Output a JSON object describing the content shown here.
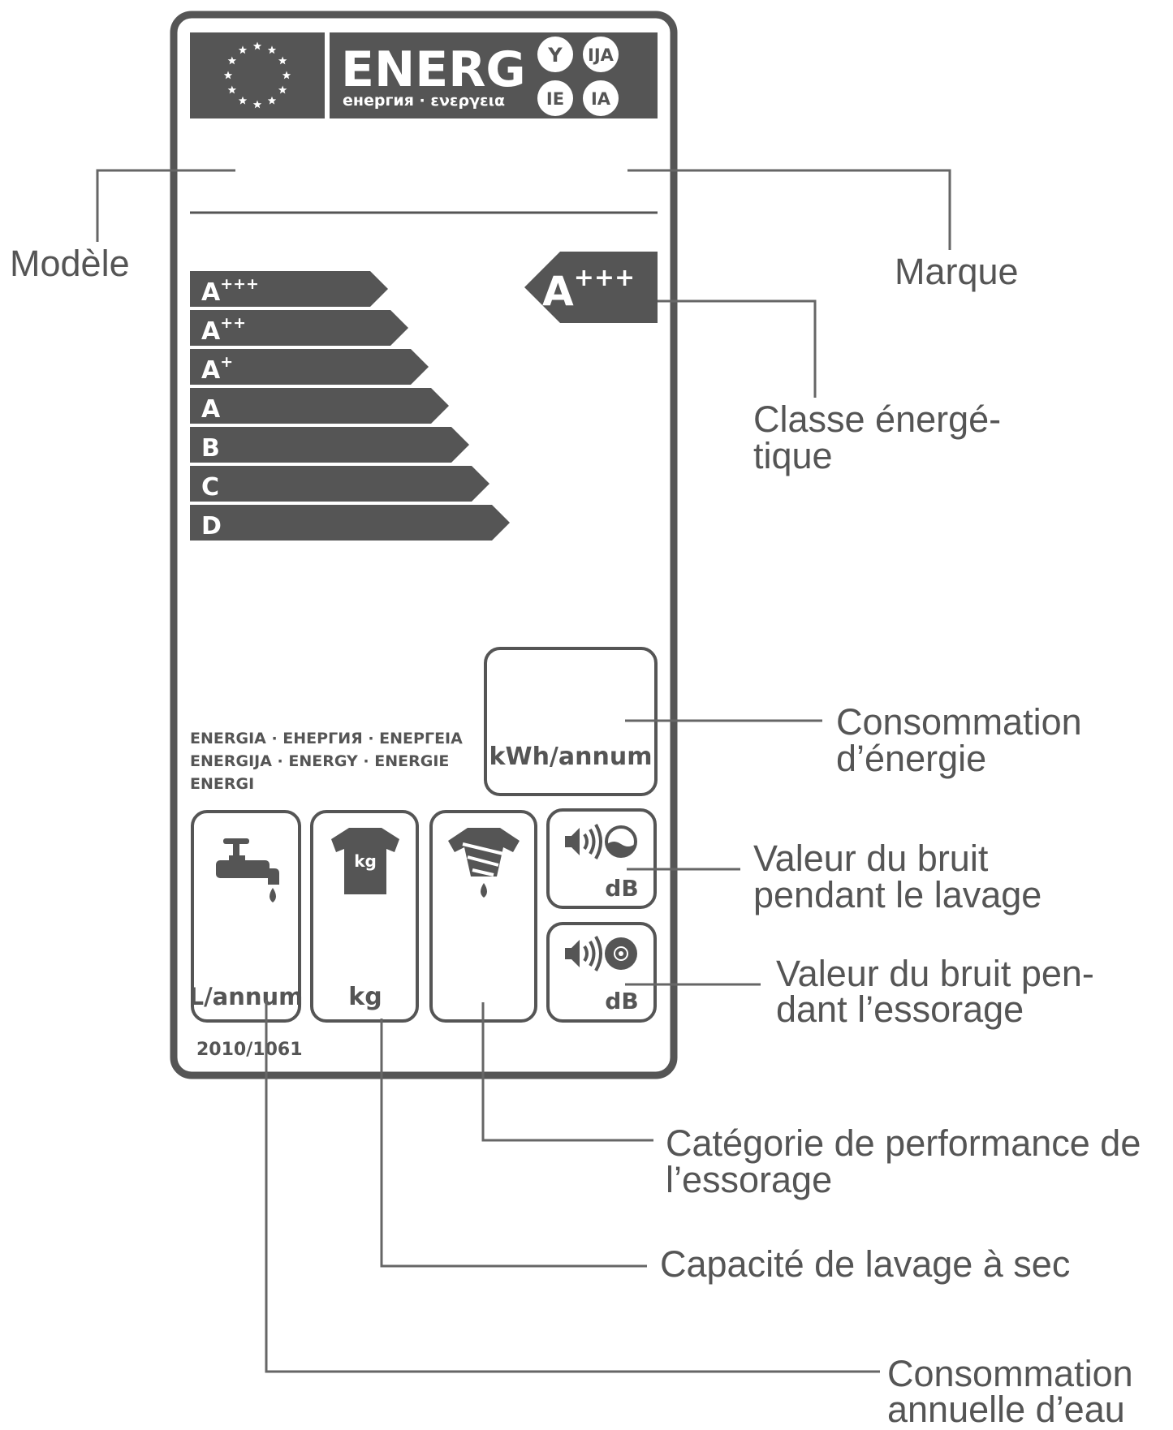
{
  "label": {
    "header_title": "ENERG",
    "header_subtitle": "енергия · ενεργεια",
    "lang_circles": [
      "Y",
      "IJA",
      "IE",
      "IA"
    ],
    "scale_classes": [
      "A+++",
      "A++",
      "A+",
      "A",
      "B",
      "C",
      "D"
    ],
    "scale_bases": [
      "A",
      "A",
      "A",
      "A",
      "B",
      "C",
      "D"
    ],
    "scale_sups": [
      "+++",
      "++",
      "+",
      "",
      "",
      "",
      ""
    ],
    "selected_class_base": "A",
    "selected_class_sup": "+++",
    "energy_unit": "kWh/annum",
    "energy_words": [
      "ENERGIA · ЕНЕРГИЯ · ΕΝΕΡΓΕΙΑ",
      "ENERGIJA · ENERGY · ENERGIE",
      "ENERGI"
    ],
    "water_unit": "L/annum",
    "capacity_unit": "kg",
    "shirt_badge": "kg",
    "noise_unit_wash": "dB",
    "noise_unit_spin": "dB",
    "regulation": "2010/1061"
  },
  "callouts": {
    "model": "Modèle",
    "brand": "Marque",
    "energy_class": [
      "Classe énergé-",
      "tique"
    ],
    "energy_consumption": [
      "Consommation",
      "d’énergie"
    ],
    "wash_noise": [
      "Valeur du bruit",
      "pendant le lavage"
    ],
    "spin_noise": [
      "Valeur du bruit pen-",
      "dant l’essorage"
    ],
    "spin_class": [
      "Catégorie de performance de",
      "l’essorage"
    ],
    "capacity": "Capacité de lavage à sec",
    "water": [
      "Consommation",
      "annuelle d’eau"
    ]
  },
  "colors": {
    "ink": "#555555",
    "lines": "#666666",
    "background": "#ffffff"
  }
}
